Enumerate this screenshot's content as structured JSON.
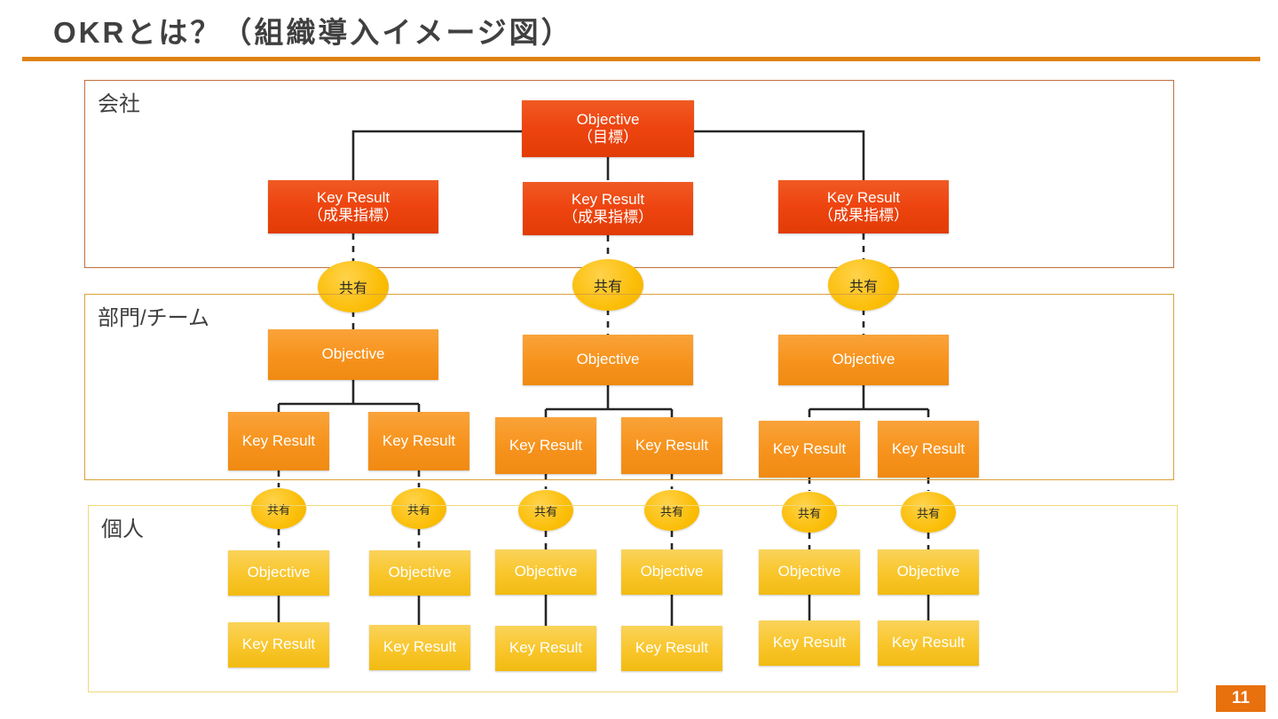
{
  "slide": {
    "title": "OKRとは？（組織導入イメージ図）",
    "page_number": "11",
    "accent_color": "#E08214",
    "page_number_bg": "#E8700D"
  },
  "levels": [
    {
      "key": "company",
      "label": "会社",
      "border_color": "#C0703C",
      "fill_color": "#EE4410",
      "objective": {
        "line1": "Objective",
        "line2": "（目標）"
      },
      "key_results": [
        {
          "line1": "Key Result",
          "line2": "（成果指標）"
        },
        {
          "line1": "Key Result",
          "line2": "（成果指標）"
        },
        {
          "line1": "Key Result",
          "line2": "（成果指標）"
        }
      ]
    },
    {
      "key": "department",
      "label": "部門/チーム",
      "border_color": "#D9A23B",
      "fill_color": "#F7941E",
      "groups": [
        {
          "objective": "Objective",
          "key_results": [
            "Key Result",
            "Key Result"
          ]
        },
        {
          "objective": "Objective",
          "key_results": [
            "Key Result",
            "Key Result"
          ]
        },
        {
          "objective": "Objective",
          "key_results": [
            "Key Result",
            "Key Result"
          ]
        }
      ]
    },
    {
      "key": "individual",
      "label": "個人",
      "border_color": "#F0D878",
      "fill_color": "#F9C62C",
      "groups": [
        {
          "objective": "Objective",
          "key_result": "Key Result"
        },
        {
          "objective": "Objective",
          "key_result": "Key Result"
        },
        {
          "objective": "Objective",
          "key_result": "Key Result"
        },
        {
          "objective": "Objective",
          "key_result": "Key Result"
        },
        {
          "objective": "Objective",
          "key_result": "Key Result"
        },
        {
          "objective": "Objective",
          "key_result": "Key Result"
        }
      ]
    }
  ],
  "share_nodes": {
    "label": "共有",
    "company_to_department": [
      "共有",
      "共有",
      "共有"
    ],
    "department_to_individual": [
      "共有",
      "共有",
      "共有",
      "共有",
      "共有",
      "共有"
    ]
  }
}
